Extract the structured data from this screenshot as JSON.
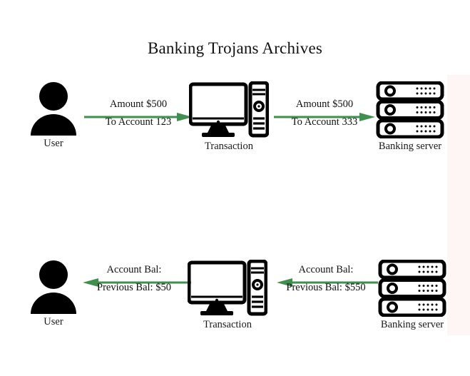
{
  "page": {
    "title": "Banking Trojans Archives",
    "background_color": "#ffffff",
    "accent_band_color": "#fdf6f4",
    "arrow_color": "#3f8f4f",
    "icon_color": "#000000",
    "text_color": "#111111"
  },
  "flows": [
    {
      "id": "legitimate-request-flow",
      "direction": "left-to-right",
      "nodes": [
        {
          "icon": "user-icon",
          "label": "User"
        },
        {
          "icon": "desktop-computer-icon",
          "label": "Transaction"
        },
        {
          "icon": "server-stack-icon",
          "label": "Banking server"
        }
      ],
      "arrows": [
        {
          "id": "user-to-transaction-arrow",
          "icon": "arrow-right-icon",
          "line_top": "Amount $500",
          "line_bottom": "To Account 123"
        },
        {
          "id": "transaction-to-server-arrow",
          "icon": "arrow-right-icon",
          "line_top": "Amount $500",
          "line_bottom": "To Account 333"
        }
      ]
    },
    {
      "id": "response-balance-flow",
      "direction": "right-to-left",
      "nodes": [
        {
          "icon": "user-icon",
          "label": "User"
        },
        {
          "icon": "desktop-computer-icon",
          "label": "Transaction"
        },
        {
          "icon": "server-stack-icon",
          "label": "Banking server"
        }
      ],
      "arrows": [
        {
          "id": "transaction-to-user-arrow",
          "icon": "arrow-left-icon",
          "line_top": "Account Bal:",
          "line_bottom": "Previous Bal: $50"
        },
        {
          "id": "server-to-transaction-arrow",
          "icon": "arrow-left-icon",
          "line_top": "Account Bal:",
          "line_bottom": "Previous Bal: $550"
        }
      ]
    }
  ]
}
